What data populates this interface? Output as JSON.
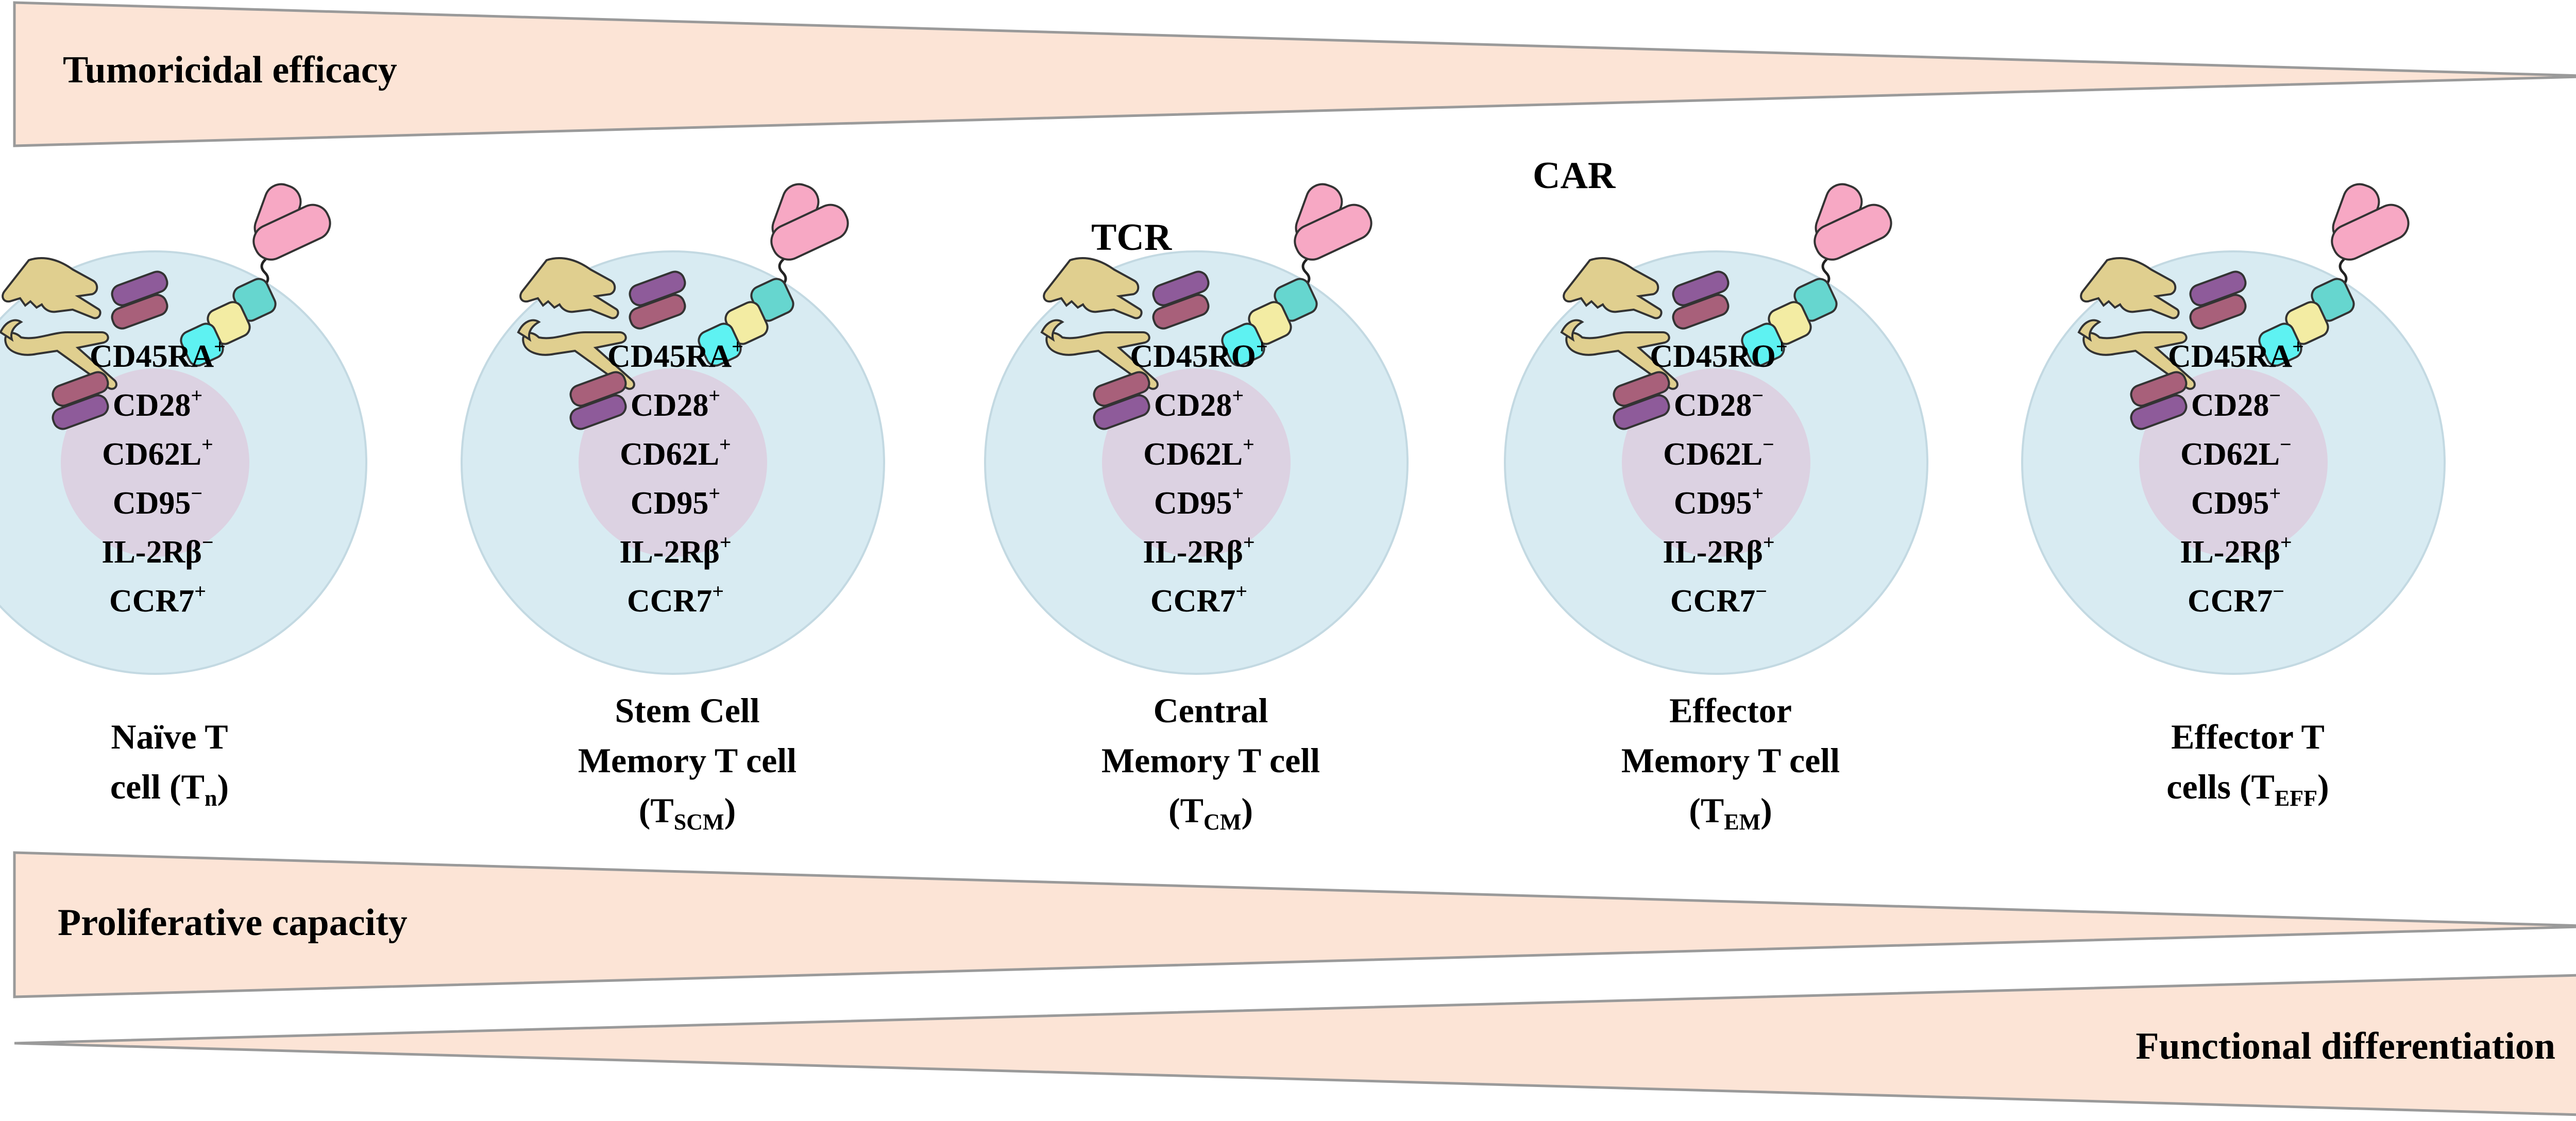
{
  "banners": {
    "top": "Tumoricidal efficacy",
    "middle": "Proliferative capacity",
    "bottom": "Functional differentiation"
  },
  "receptor_labels": {
    "tcr": "TCR",
    "car": "CAR"
  },
  "cells": [
    {
      "markers": [
        {
          "name": "CD45RA",
          "sign": "+"
        },
        {
          "name": "CD28",
          "sign": "+"
        },
        {
          "name": "CD62L",
          "sign": "+"
        },
        {
          "name": "CD95",
          "sign": "−"
        },
        {
          "name": "IL-2Rβ",
          "sign": "−"
        },
        {
          "name": "CCR7",
          "sign": "+"
        }
      ],
      "name": [
        [
          {
            "t": "Naïve T"
          }
        ],
        [
          {
            "t": "cell (T"
          },
          {
            "t": "n",
            "sub": true
          },
          {
            "t": ")"
          }
        ]
      ]
    },
    {
      "markers": [
        {
          "name": "CD45RA",
          "sign": "+"
        },
        {
          "name": "CD28",
          "sign": "+"
        },
        {
          "name": "CD62L",
          "sign": "+"
        },
        {
          "name": "CD95",
          "sign": "+"
        },
        {
          "name": "IL-2Rβ",
          "sign": "+"
        },
        {
          "name": "CCR7",
          "sign": "+"
        }
      ],
      "name": [
        [
          {
            "t": "Stem Cell"
          }
        ],
        [
          {
            "t": "Memory T cell"
          }
        ],
        [
          {
            "t": "(T"
          },
          {
            "t": "SCM",
            "sub": true
          },
          {
            "t": ")"
          }
        ]
      ]
    },
    {
      "markers": [
        {
          "name": "CD45RO",
          "sign": "+"
        },
        {
          "name": "CD28",
          "sign": "+"
        },
        {
          "name": "CD62L",
          "sign": "+"
        },
        {
          "name": "CD95",
          "sign": "+"
        },
        {
          "name": "IL-2Rβ",
          "sign": "+"
        },
        {
          "name": "CCR7",
          "sign": "+"
        }
      ],
      "name": [
        [
          {
            "t": "Central"
          }
        ],
        [
          {
            "t": "Memory T cell"
          }
        ],
        [
          {
            "t": "(T"
          },
          {
            "t": "CM",
            "sub": true
          },
          {
            "t": ")"
          }
        ]
      ]
    },
    {
      "markers": [
        {
          "name": "CD45RO",
          "sign": "+"
        },
        {
          "name": "CD28",
          "sign": "−"
        },
        {
          "name": "CD62L",
          "sign": "−"
        },
        {
          "name": "CD95",
          "sign": "+"
        },
        {
          "name": "IL-2Rβ",
          "sign": "+"
        },
        {
          "name": "CCR7",
          "sign": "−"
        }
      ],
      "name": [
        [
          {
            "t": "Effector"
          }
        ],
        [
          {
            "t": "Memory T cell"
          }
        ],
        [
          {
            "t": "(T"
          },
          {
            "t": "EM",
            "sub": true
          },
          {
            "t": ")"
          }
        ]
      ]
    },
    {
      "markers": [
        {
          "name": "CD45RA",
          "sign": "+"
        },
        {
          "name": "CD28",
          "sign": "−"
        },
        {
          "name": "CD62L",
          "sign": "−"
        },
        {
          "name": "CD95",
          "sign": "+"
        },
        {
          "name": "IL-2Rβ",
          "sign": "+"
        },
        {
          "name": "CCR7",
          "sign": "−"
        }
      ],
      "name": [
        [
          {
            "t": "Effector T"
          }
        ],
        [
          {
            "t": "cells (T"
          },
          {
            "t": "EFF",
            "sub": true
          },
          {
            "t": ")"
          }
        ]
      ]
    }
  ],
  "colors": {
    "banner_fill": "#fce4d6",
    "banner_stroke": "#9a9a9a",
    "cell_outer": "#d8ebf2",
    "cell_inner": "#dcd2e2",
    "tcr_body": "#e0cf8f",
    "tcr_bar_dark": "#a8607a",
    "tcr_bar_light": "#8e5b9a",
    "car_cyan": "#5ef2f2",
    "car_teal": "#66d6cf",
    "car_yellow": "#f3eca3",
    "car_pink": "#f7a8c4"
  },
  "icons": [
    "tcr-receptor-icon",
    "car-receptor-icon"
  ]
}
